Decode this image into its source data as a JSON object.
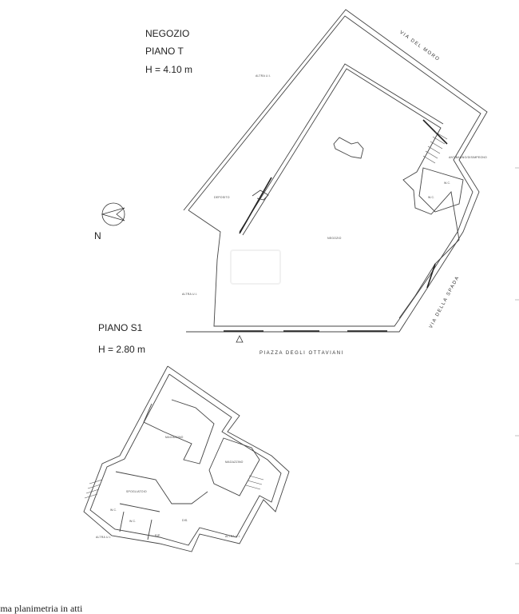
{
  "ground_floor": {
    "title": "NEGOZIO",
    "level": "PIANO T",
    "height": "H = 4.10 m"
  },
  "basement": {
    "level": "PIANO S1",
    "height": "H = 2.80 m"
  },
  "north_label": "N",
  "streets": {
    "top": "VIA DEL MORO",
    "right": "VIA DELLA SPADA",
    "bottom": "PIAZZA DEGLI OTTAVIANI"
  },
  "rooms_ground": [
    "ALTRA U.I.",
    "DEPOSITO",
    "NEGOZIO",
    "ALTRA U.I.",
    "ANTIBAGNO/DISIMPEGNO",
    "W.C.",
    "W.C."
  ],
  "rooms_basement": [
    "MAGAZZINO",
    "MAGAZZINO",
    "SPOGLIATOIO",
    "W.C.",
    "W.C.",
    "RIP.",
    "DIS.",
    "ALTRA U.I.",
    "ALTRA U.I."
  ],
  "caption": "ima planimetria in atti"
}
